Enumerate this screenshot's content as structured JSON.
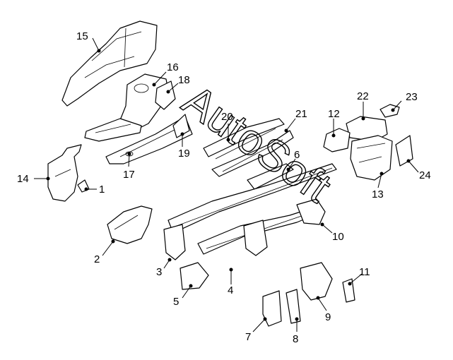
{
  "watermark": "AutoSoft",
  "callouts": [
    {
      "id": "1",
      "text": "1"
    },
    {
      "id": "2",
      "text": "2"
    },
    {
      "id": "3",
      "text": "3"
    },
    {
      "id": "4",
      "text": "4"
    },
    {
      "id": "5",
      "text": "5"
    },
    {
      "id": "6",
      "text": "6"
    },
    {
      "id": "7",
      "text": "7"
    },
    {
      "id": "8",
      "text": "8"
    },
    {
      "id": "9",
      "text": "9"
    },
    {
      "id": "10",
      "text": "10"
    },
    {
      "id": "11",
      "text": "11"
    },
    {
      "id": "12",
      "text": "12"
    },
    {
      "id": "13",
      "text": "13"
    },
    {
      "id": "14",
      "text": "14"
    },
    {
      "id": "15",
      "text": "15"
    },
    {
      "id": "16",
      "text": "16"
    },
    {
      "id": "17",
      "text": "17"
    },
    {
      "id": "18",
      "text": "18"
    },
    {
      "id": "19",
      "text": "19"
    },
    {
      "id": "20",
      "text": "20"
    },
    {
      "id": "21",
      "text": "21"
    },
    {
      "id": "22",
      "text": "22"
    },
    {
      "id": "23",
      "text": "23"
    },
    {
      "id": "24",
      "text": "24"
    }
  ],
  "colors": {
    "line": "#000000",
    "background": "#ffffff"
  }
}
